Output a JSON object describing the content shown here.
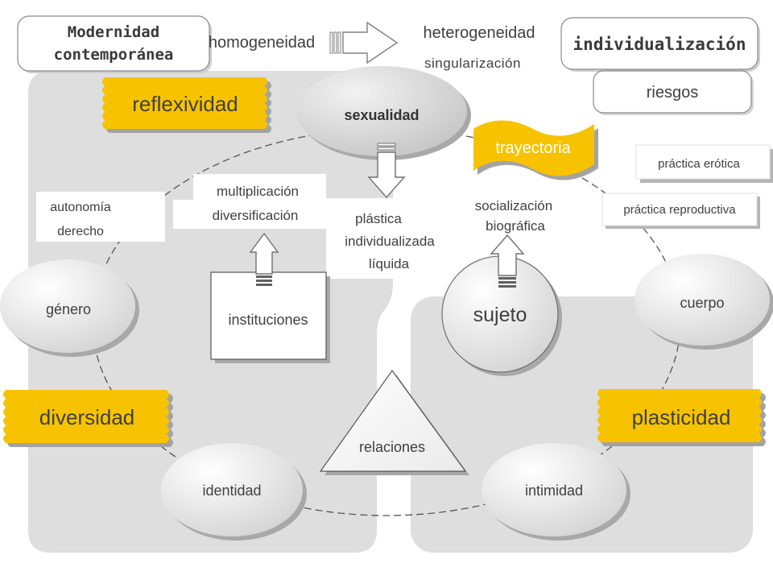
{
  "header": {
    "modernidad_line1": "Modernidad",
    "modernidad_line2": "contemporánea",
    "homogeneidad": "homogeneidad",
    "heterogeneidad": "heterogeneidad",
    "singularizacion": "singularización",
    "individualizacion": "individualización",
    "riesgos": "riesgos"
  },
  "banners": {
    "reflexividad": "reflexividad",
    "trayectoria": "trayectoria",
    "diversidad": "diversidad",
    "plasticidad": "plasticidad"
  },
  "nodes": {
    "sexualidad": "sexualidad",
    "genero": "género",
    "cuerpo": "cuerpo",
    "sujeto": "sujeto",
    "instituciones": "instituciones",
    "relaciones": "relaciones",
    "identidad": "identidad",
    "intimidad": "intimidad"
  },
  "notes": {
    "autonomia": "autonomía",
    "derecho": "derecho",
    "multiplicacion": "multiplicación",
    "diversificacion": "diversificación",
    "plastica": "plástica",
    "individualizada": "individualizada",
    "liquida": "líquida",
    "socializacion": "socialización",
    "biografica": "biográfica",
    "practica_erotica": "práctica erótica",
    "practica_reproductiva": "práctica reproductiva"
  },
  "icons": {
    "transform_arrow": "right-arrow-icon",
    "down_arrow": "down-arrow-icon",
    "up_arrow": "up-arrow-icon"
  },
  "colors": {
    "accent_yellow": "#F7C300",
    "panel_gray": "#DEDEDE",
    "shadow_gray": "#A3A3A3",
    "line_gray": "#555555",
    "text_gray": "#404040"
  }
}
